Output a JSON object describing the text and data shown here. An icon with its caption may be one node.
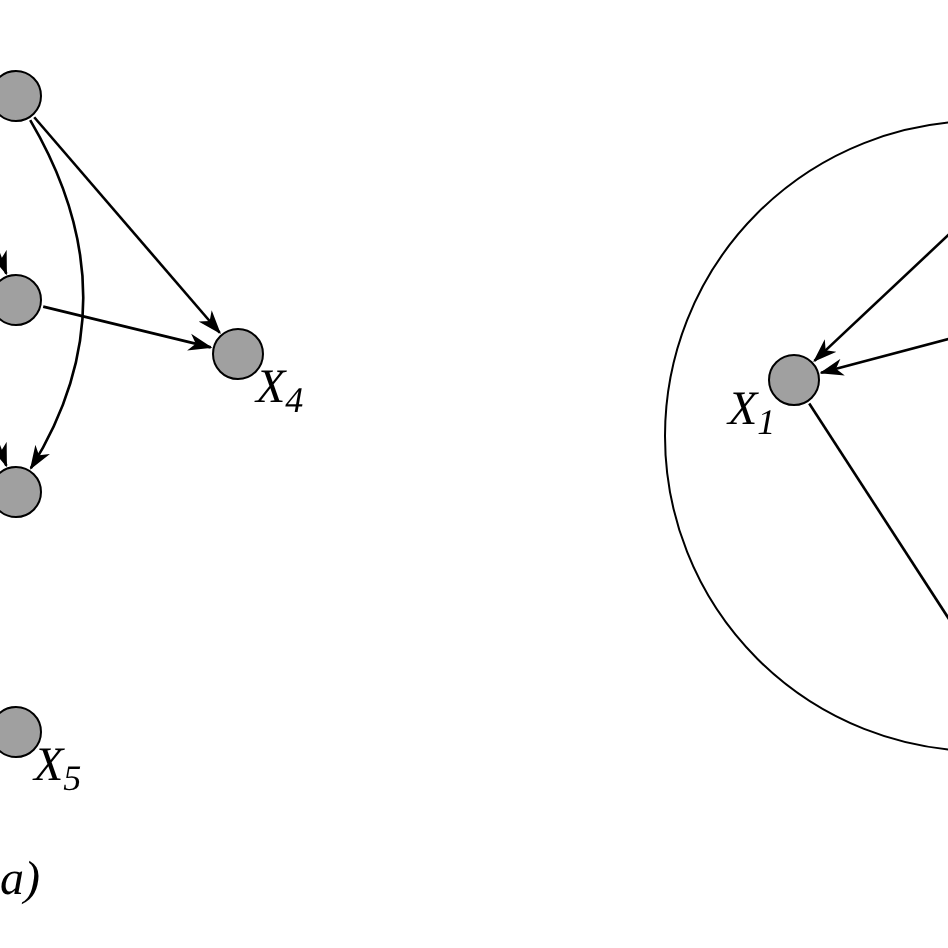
{
  "diagram": {
    "nodes": [
      {
        "text": [],
        "shape": "circle"
      },
      {
        "text": [],
        "shape": "circle"
      },
      {
        "text": [],
        "shape": "circle"
      },
      {
        "text": [
          "X$_{4}$"
        ]
      },
      {
        "text": [
          "X$_{5}$"
        ]
      },
      {
        "text": [],
        "shape": "circle"
      },
      {
        "text": [
          "X$_{1}$"
        ],
        "in": 5
      }
    ],
    "edges": [
      {
        "from": 0,
        "to": 3,
        "arrow": "to"
      },
      {
        "from": 1,
        "to": 3,
        "arrow": "to"
      },
      {
        "from": 0,
        "to": 2,
        "arrow": "to"
      },
      {
        "from": null,
        "to": 1,
        "arrow": "to"
      },
      {
        "from": null,
        "to": 2,
        "arrow": "to"
      },
      {
        "from": null,
        "to": 6,
        "arrow": "to"
      },
      {
        "from": null,
        "to": 6,
        "arrow": "to"
      },
      {
        "from": 6,
        "to": null,
        "arrow": "none"
      }
    ],
    "labels": [
      "a)"
    ]
  }
}
